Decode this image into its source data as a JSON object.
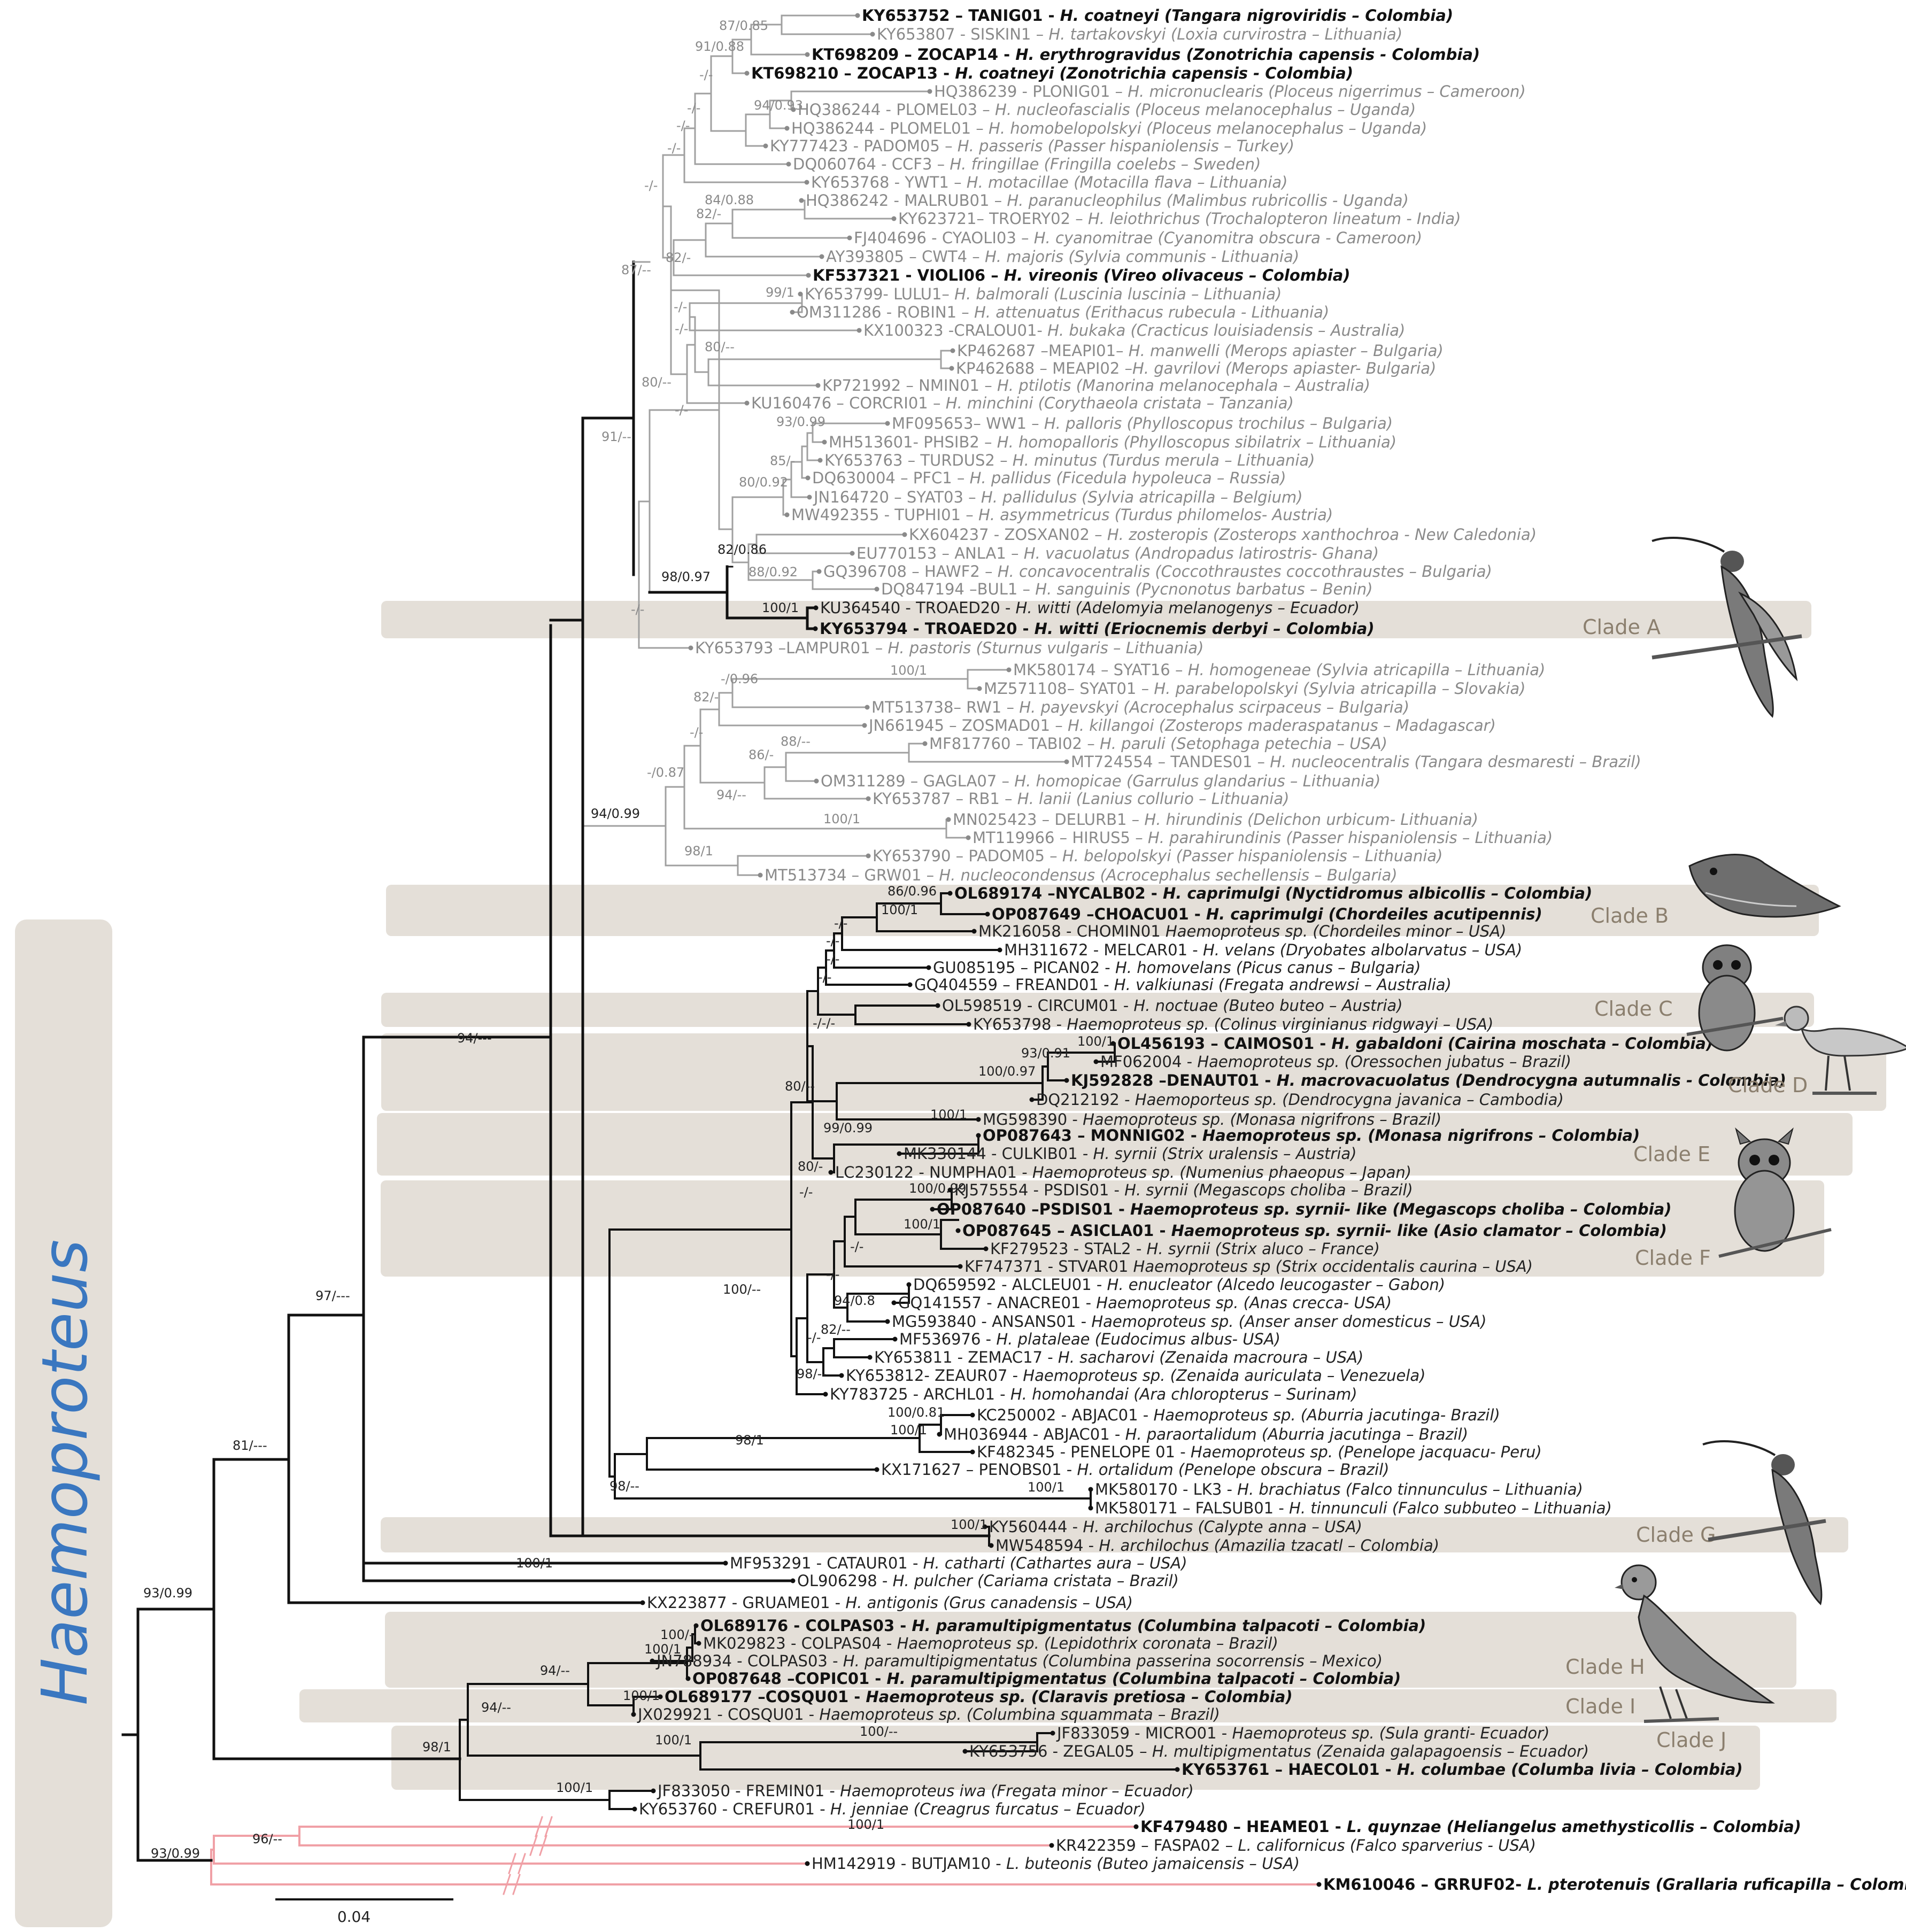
{
  "figure": {
    "genus_label": "Haemoproteus",
    "scale_label": "0.04",
    "colors": {
      "grey_branch": "#a0a0a0",
      "black_branch": "#111111",
      "outgroup_branch": "#f0a0a6",
      "clade_box": "#e4dfd8",
      "genus_label": "#3a77c0",
      "clade_label": "#8b7f6e"
    },
    "icons": [
      "hummingbird-icon",
      "nightjar-icon",
      "owl-icon",
      "duck-icon",
      "screech-owl-icon",
      "hummingbird-icon",
      "dove-icon"
    ],
    "clades": [
      "Clade A",
      "Clade B",
      "Clade C",
      "Clade D",
      "Clade E",
      "Clade F",
      "Clade G",
      "Clade H",
      "Clade I",
      "Clade J"
    ]
  },
  "tips": [
    {
      "id": "KY653752",
      "pre": "KY653752 – TANIG01 - ",
      "sp": "H. coatneyi",
      "host": "(Tangara nigroviridis – Colombia)"
    },
    {
      "id": "KY653807",
      "pre": "KY653807 - SISKIN1 – ",
      "sp": "H. tartakovskyi",
      "host": "(Loxia curvirostra – Lithuania)"
    },
    {
      "id": "KT698209",
      "pre": "KT698209 – ZOCAP14 - ",
      "sp": "H. erythrogravidus",
      "host": "(Zonotrichia capensis - Colombia)"
    },
    {
      "id": "KT698210",
      "pre": "KT698210 – ZOCAP13 - ",
      "sp": "H. coatneyi",
      "host": "(Zonotrichia capensis - Colombia)"
    },
    {
      "id": "HQ386239",
      "pre": "HQ386239 - PLONIG01 – ",
      "sp": "H. micronuclearis",
      "host": "(Ploceus nigerrimus – Cameroon)"
    },
    {
      "id": "HQ386244a",
      "pre": "HQ386244 - PLOMEL03 – ",
      "sp": "H. nucleofascialis",
      "host": "(Ploceus melanocephalus – Uganda)"
    },
    {
      "id": "HQ386244b",
      "pre": "HQ386244 - PLOMEL01 – ",
      "sp": "H. homobelopolskyi",
      "host": "(Ploceus melanocephalus – Uganda)"
    },
    {
      "id": "KY777423",
      "pre": "KY777423 - PADOM05 – ",
      "sp": "H. passeris",
      "host": "(Passer hispaniolensis – Turkey)"
    },
    {
      "id": "DQ060764",
      "pre": "DQ060764 - CCF3 – ",
      "sp": "H. fringillae",
      "host": "(Fringilla coelebs – Sweden)"
    },
    {
      "id": "KY653768",
      "pre": "KY653768 - YWT1 – ",
      "sp": "H. motacillae",
      "host": "(Motacilla flava – Lithuania)"
    },
    {
      "id": "HQ386242",
      "pre": "HQ386242 - MALRUB01 – ",
      "sp": "H. paranucleophilus",
      "host": "(Malimbus rubricollis - Uganda)"
    },
    {
      "id": "KY623721",
      "pre": "KY623721– TROERY02 – ",
      "sp": "H. leiothrichus",
      "host": "(Trochalopteron lineatum - India)"
    },
    {
      "id": "FJ404696",
      "pre": "FJ404696 - CYAOLI03 – ",
      "sp": "H. cyanomitrae",
      "host": "(Cyanomitra obscura - Cameroon)"
    },
    {
      "id": "AY393805",
      "pre": "AY393805 – CWT4 – ",
      "sp": "H. majoris",
      "host": "(Sylvia communis - Lithuania)"
    },
    {
      "id": "KF537321",
      "pre": "KF537321 - VIOLI06 – ",
      "sp": "H. vireonis",
      "host": "(Vireo olivaceus – Colombia)"
    },
    {
      "id": "KY653799",
      "pre": "KY653799- LULU1– ",
      "sp": "H. balmorali",
      "host": "(Luscinia luscinia – Lithuania)"
    },
    {
      "id": "OM311286",
      "pre": "OM311286 - ROBIN1 – ",
      "sp": "H. attenuatus",
      "host": "(Erithacus rubecula - Lithuania)"
    },
    {
      "id": "KX100323",
      "pre": "KX100323 -CRALOU01- ",
      "sp": "H. bukaka",
      "host": "(Cracticus louisiadensis – Australia)"
    },
    {
      "id": "KP462687",
      "pre": "KP462687 –MEAPI01– ",
      "sp": "H. manwelli",
      "host": "(Merops apiaster – Bulgaria)"
    },
    {
      "id": "KP462688",
      "pre": "KP462688 – MEAPI02 –",
      "sp": "H. gavrilovi",
      "host": "(Merops apiaster- Bulgaria)"
    },
    {
      "id": "KP721992",
      "pre": "KP721992 – NMIN01 – ",
      "sp": "H. ptilotis",
      "host": "(Manorina melanocephala – Australia)"
    },
    {
      "id": "KU160476",
      "pre": "KU160476 – CORCRI01 – ",
      "sp": "H. minchini",
      "host": "(Corythaeola cristata – Tanzania)"
    },
    {
      "id": "MF095653",
      "pre": "MF095653– WW1 – ",
      "sp": "H. palloris",
      "host": "(Phylloscopus trochilus – Bulgaria)"
    },
    {
      "id": "MH513601",
      "pre": "MH513601- PHSIB2 – ",
      "sp": "H. homopalloris",
      "host": "(Phylloscopus sibilatrix – Lithuania)"
    },
    {
      "id": "KY653763",
      "pre": "KY653763 – TURDUS2 – ",
      "sp": "H. minutus",
      "host": "(Turdus merula – Lithuania)"
    },
    {
      "id": "DQ630004",
      "pre": "DQ630004 – PFC1 – ",
      "sp": "H. pallidus",
      "host": "(Ficedula hypoleuca – Russia)"
    },
    {
      "id": "JN164720",
      "pre": "JN164720 – SYAT03 – ",
      "sp": "H. pallidulus",
      "host": "(Sylvia atricapilla – Belgium)"
    },
    {
      "id": "MW492355",
      "pre": "MW492355 - TUPHI01 – ",
      "sp": "H. asymmetricus",
      "host": "(Turdus philomelos- Austria)"
    },
    {
      "id": "KX604237",
      "pre": "KX604237 - ZOSXAN02 – ",
      "sp": "H. zosteropis",
      "host": "(Zosterops xanthochroa - New Caledonia)"
    },
    {
      "id": "EU770153",
      "pre": "EU770153 – ANLA1 – ",
      "sp": "H. vacuolatus",
      "host": "(Andropadus latirostris- Ghana)"
    },
    {
      "id": "GQ396708",
      "pre": "GQ396708 – HAWF2 – ",
      "sp": "H. concavocentralis",
      "host": "(Coccothraustes coccothraustes – Bulgaria)"
    },
    {
      "id": "DQ847194",
      "pre": "DQ847194 –BUL1 – ",
      "sp": "H. sanguinis",
      "host": "(Pycnonotus barbatus – Benin)"
    },
    {
      "id": "KU364540",
      "pre": "KU364540 - TROAED20 - ",
      "sp": "H. witti",
      "host": "(Adelomyia melanogenys – Ecuador)"
    },
    {
      "id": "KY653794",
      "pre": "KY653794 - TROAED20 - ",
      "sp": "H. witti",
      "host": "(Eriocnemis derbyi – Colombia)"
    },
    {
      "id": "KY653793",
      "pre": "KY653793 –LAMPUR01 – ",
      "sp": "H. pastoris",
      "host": "(Sturnus vulgaris – Lithuania)"
    },
    {
      "id": "MK580174",
      "pre": "MK580174 – SYAT16 – ",
      "sp": "H. homogeneae",
      "host": "(Sylvia atricapilla – Lithuania)"
    },
    {
      "id": "MZ571108",
      "pre": "MZ571108– SYAT01 – ",
      "sp": "H. parabelopolskyi",
      "host": "(Sylvia atricapilla – Slovakia)"
    },
    {
      "id": "MT513738",
      "pre": "MT513738– RW1 – ",
      "sp": "H. payevskyi",
      "host": "(Acrocephalus scirpaceus – Bulgaria)"
    },
    {
      "id": "JN661945",
      "pre": "JN661945 – ZOSMAD01 – ",
      "sp": "H. killangoi",
      "host": "(Zosterops maderaspatanus – Madagascar)"
    },
    {
      "id": "MF817760",
      "pre": "MF817760 – TABI02 – ",
      "sp": "H. paruli",
      "host": "(Setophaga petechia – USA)"
    },
    {
      "id": "MT724554",
      "pre": "MT724554 – TANDES01 – ",
      "sp": "H. nucleocentralis",
      "host": "(Tangara desmaresti – Brazil)"
    },
    {
      "id": "OM311289",
      "pre": "OM311289 – GAGLA07 – ",
      "sp": "H. homopicae",
      "host": "(Garrulus glandarius – Lithuania)"
    },
    {
      "id": "KY653787",
      "pre": "KY653787 – RB1 – ",
      "sp": "H. lanii",
      "host": "(Lanius collurio – Lithuania)"
    },
    {
      "id": "MN025423",
      "pre": "MN025423 – DELURB1 – ",
      "sp": "H. hirundinis",
      "host": "(Delichon urbicum- Lithuania)"
    },
    {
      "id": "MT119966",
      "pre": "MT119966 – HIRUS5 – ",
      "sp": "H. parahirundinis",
      "host": "(Passer hispaniolensis – Lithuania)"
    },
    {
      "id": "KY653790",
      "pre": "KY653790 – PADOM05 – ",
      "sp": "H. belopolskyi",
      "host": "(Passer hispaniolensis – Lithuania)"
    },
    {
      "id": "MT513734",
      "pre": "MT513734 – GRW01 – ",
      "sp": "H. nucleocondensus",
      "host": "(Acrocephalus sechellensis – Bulgaria)"
    },
    {
      "id": "OL689174",
      "pre": "OL689174 –NYCALB02 - ",
      "sp": "H. caprimulgi",
      "host": "(Nyctidromus albicollis – Colombia)"
    },
    {
      "id": "OP087649",
      "pre": "OP087649 –CHOACU01 - ",
      "sp": "H. caprimulgi",
      "host": "(Chordeiles acutipennis)"
    },
    {
      "id": "MK216058",
      "pre": "MK216058 - CHOMIN01 ",
      "sp": "Haemoproteus sp.",
      "host": "(Chordeiles minor – USA)"
    },
    {
      "id": "MH311672",
      "pre": "MH311672 - MELCAR01 - ",
      "sp": "H. velans",
      "host": "(Dryobates albolarvatus – USA)"
    },
    {
      "id": "GU085195",
      "pre": "GU085195 – PICAN02 - ",
      "sp": "H. homovelans",
      "host": "(Picus canus – Bulgaria)"
    },
    {
      "id": "GQ404559",
      "pre": "GQ404559 – FREAND01 - ",
      "sp": "H. valkiunasi",
      "host": "(Fregata andrewsi – Australia)"
    },
    {
      "id": "OL598519",
      "pre": "OL598519 - CIRCUM01 - ",
      "sp": "H. noctuae",
      "host": "(Buteo buteo – Austria)"
    },
    {
      "id": "KY653798",
      "pre": "KY653798 - ",
      "sp": "Haemoproteus sp.",
      "host": "(Colinus virginianus ridgwayi – USA)"
    },
    {
      "id": "OL456193",
      "pre": "OL456193 – CAIMOS01 - ",
      "sp": "H. gabaldoni",
      "host": "(Cairina moschata – Colombia)"
    },
    {
      "id": "MF062004",
      "pre": "MF062004 - ",
      "sp": "Haemoproteus sp.",
      "host": "(Oressochen jubatus – Brazil)"
    },
    {
      "id": "KJ592828",
      "pre": "KJ592828 –DENAUT01 - ",
      "sp": "H. macrovacuolatus",
      "host": "(Dendrocygna autumnalis - Colombia)"
    },
    {
      "id": "DQ212192",
      "pre": "DQ212192 - ",
      "sp": "Haemoporteus sp.",
      "host": "(Dendrocygna javanica – Cambodia)"
    },
    {
      "id": "MG598390",
      "pre": "MG598390 - ",
      "sp": "Haemoproteus sp.",
      "host": "(Monasa nigrifrons – Brazil)"
    },
    {
      "id": "OP087643",
      "pre": "OP087643 – MONNIG02 - ",
      "sp": "Haemoproteus sp.",
      "host": "(Monasa nigrifrons – Colombia)"
    },
    {
      "id": "MK330144",
      "pre": "MK330144 - CULKIB01 - ",
      "sp": "H. syrnii",
      "host": "(Strix uralensis – Austria)"
    },
    {
      "id": "LC230122",
      "pre": "LC230122 - NUMPHA01 - ",
      "sp": "Haemoproteus sp.",
      "host": "(Numenius phaeopus – Japan)"
    },
    {
      "id": "KJ575554",
      "pre": "KJ575554 - PSDIS01 - ",
      "sp": "H. syrnii",
      "host": "(Megascops choliba – Brazil)"
    },
    {
      "id": "OP087640",
      "pre": "OP087640 –PSDIS01 - ",
      "sp": "Haemoproteus sp. syrnii- like",
      "host": "(Megascops choliba – Colombia)"
    },
    {
      "id": "OP087645",
      "pre": "OP087645 – ASICLA01 - ",
      "sp": "Haemoproteus sp. syrnii- like",
      "host": "(Asio clamator – Colombia)"
    },
    {
      "id": "KF279523",
      "pre": "KF279523 - STAL2 - ",
      "sp": "H. syrnii",
      "host": "(Strix aluco – France)"
    },
    {
      "id": "KF747371",
      "pre": "KF747371 - STVAR01 ",
      "sp": "Haemoproteus sp",
      "host": "(Strix occidentalis caurina – USA)"
    },
    {
      "id": "DQ659592",
      "pre": "DQ659592 - ALCLEU01 - ",
      "sp": "H. enucleator",
      "host": "(Alcedo leucogaster – Gabon)"
    },
    {
      "id": "GQ141557",
      "pre": "GQ141557 - ANACRE01 - ",
      "sp": "Haemoproteus sp.",
      "host": "(Anas crecca- USA)"
    },
    {
      "id": "MG593840",
      "pre": "MG593840 - ANSANS01 - ",
      "sp": "Haemoproteus sp.",
      "host": "(Anser anser domesticus – USA)"
    },
    {
      "id": "MF536976",
      "pre": "MF536976 - ",
      "sp": "H. plataleae",
      "host": "(Eudocimus albus- USA)"
    },
    {
      "id": "KY653811",
      "pre": "KY653811 - ZEMAC17 - ",
      "sp": "H. sacharovi",
      "host": "(Zenaida macroura – USA)"
    },
    {
      "id": "KY653812",
      "pre": "KY653812- ZEAUR07 - ",
      "sp": "Haemoproteus sp.",
      "host": "(Zenaida auriculata – Venezuela)"
    },
    {
      "id": "KY783725",
      "pre": "KY783725 - ARCHL01 - ",
      "sp": "H. homohandai",
      "host": "(Ara chloropterus – Surinam)"
    },
    {
      "id": "KC250002",
      "pre": "KC250002 - ABJAC01 - ",
      "sp": "Haemoproteus sp.",
      "host": "(Aburria jacutinga- Brazil)"
    },
    {
      "id": "MH036944",
      "pre": "MH036944 - ABJAC01 - ",
      "sp": "H. paraortalidum",
      "host": "(Aburria jacutinga – Brazil)"
    },
    {
      "id": "KF482345",
      "pre": "KF482345 - PENELOPE 01 - ",
      "sp": "Haemoproteus sp.",
      "host": "(Penelope jacquacu- Peru)"
    },
    {
      "id": "KX171627",
      "pre": "KX171627 – PENOBS01 - ",
      "sp": "H. ortalidum",
      "host": "(Penelope obscura – Brazil)"
    },
    {
      "id": "MK580170",
      "pre": "MK580170 - LK3 - ",
      "sp": "H. brachiatus",
      "host": "(Falco tinnunculus – Lithuania)"
    },
    {
      "id": "MK580171",
      "pre": "MK580171 – FALSUB01 - ",
      "sp": "H. tinnunculi",
      "host": "(Falco subbuteo – Lithuania)"
    },
    {
      "id": "KY560444",
      "pre": "KY560444 - ",
      "sp": "H. archilochus",
      "host": "(Calypte anna – USA)"
    },
    {
      "id": "MW548594",
      "pre": "MW548594 - ",
      "sp": "H. archilochus",
      "host": "(Amazilia tzacatl – Colombia)"
    },
    {
      "id": "MF953291",
      "pre": "MF953291 - CATAUR01 - ",
      "sp": "H. catharti",
      "host": "(Cathartes aura – USA)"
    },
    {
      "id": "OL906298",
      "pre": "OL906298 - ",
      "sp": "H. pulcher",
      "host": "(Cariama cristata – Brazil)"
    },
    {
      "id": "KX223877",
      "pre": "KX223877 - GRUAME01 - ",
      "sp": "H. antigonis",
      "host": "(Grus canadensis – USA)"
    },
    {
      "id": "OL689176",
      "pre": "OL689176 - COLPAS03 - ",
      "sp": "H. paramultipigmentatus",
      "host": "(Columbina talpacoti – Colombia)"
    },
    {
      "id": "MK029823",
      "pre": "MK029823 - COLPAS04 - ",
      "sp": "Haemoproteus sp.",
      "host": "(Lepidothrix coronata – Brazil)"
    },
    {
      "id": "JN788934",
      "pre": "JN788934 - COLPAS03 - ",
      "sp": "H. paramultipigmentatus",
      "host": "(Columbina passerina socorrensis – Mexico)"
    },
    {
      "id": "OP087648",
      "pre": "OP087648 –COPIC01 - ",
      "sp": "H. paramultipigmentatus",
      "host": "(Columbina talpacoti – Colombia)"
    },
    {
      "id": "OL689177",
      "pre": "OL689177 –COSQU01 - ",
      "sp": "Haemoproteus sp.",
      "host": "(Claravis pretiosa – Colombia)"
    },
    {
      "id": "JX029921",
      "pre": "JX029921 - COSQU01 - ",
      "sp": "Haemoproteus sp.",
      "host": "(Columbina squammata – Brazil)"
    },
    {
      "id": "JF833059",
      "pre": "JF833059 - MICRO01 - ",
      "sp": "Haemoproteus sp.",
      "host": "(Sula granti- Ecuador)"
    },
    {
      "id": "KY653756",
      "pre": "KY653756 - ZEGAL05 – ",
      "sp": "H. multipigmentatus",
      "host": "(Zenaida galapagoensis – Ecuador)"
    },
    {
      "id": "KY653761",
      "pre": "KY653761 – HAECOL01 - ",
      "sp": "H. columbae",
      "host": "(Columba livia – Colombia)"
    },
    {
      "id": "JF833050",
      "pre": "JF833050 - FREMIN01 - ",
      "sp": "Haemoproteus iwa",
      "host": "(Fregata minor – Ecuador)"
    },
    {
      "id": "KY653760",
      "pre": "KY653760 - CREFUR01 - ",
      "sp": "H. jenniae",
      "host": "(Creagrus furcatus – Ecuador)"
    },
    {
      "id": "KF479480",
      "pre": "KF479480 – HEAME01 - ",
      "sp": "L. quynzae",
      "host": "(Heliangelus amethysticollis – Colombia)"
    },
    {
      "id": "KR422359",
      "pre": "KR422359 – FASPA02 – ",
      "sp": "L. californicus",
      "host": "(Falco sparverius - USA)"
    },
    {
      "id": "HM142919",
      "pre": "HM142919 - BUTJAM10 - ",
      "sp": "L. buteonis",
      "host": "(Buteo jamaicensis – USA)"
    },
    {
      "id": "KM610046",
      "pre": "KM610046 – GRRUF02- ",
      "sp": "L. pterotenuis",
      "host": "(Grallaria ruficapilla – Colombia)"
    }
  ],
  "supports": [
    "87/0.85",
    "91/0.88",
    "-/-",
    "94/0.93",
    "-/-",
    "-/-",
    "-/-",
    "-/-",
    "84/0.88",
    "82/-",
    "82/-",
    "87/--",
    "99/1",
    "-/-",
    "-/-",
    "80/--",
    "80/--",
    "-/-",
    "93/0.99",
    "85/-",
    "80/0.92",
    "91/--",
    "82/0.86",
    "98/0.97",
    "88/0.92",
    "100/1",
    "-/-",
    "100/1",
    "-/0.96",
    "82/-",
    "-/-",
    "86/-",
    "88/--",
    "-/0.87",
    "94/--",
    "94/0.99",
    "100/1",
    "98/1",
    "86/0.96",
    "100/1",
    "-/-",
    "-/-",
    "-/-",
    "-/-",
    "-/-/-",
    "94/---",
    "100/1",
    "93/0.91",
    "100/0.97",
    "80/--",
    "99/0.99",
    "100/1",
    "80/-",
    "-/-",
    "100/0.99",
    "100/1",
    "-/-",
    "-/-",
    "100/--",
    "94/0.8",
    "82/--",
    "-/-",
    "98/--",
    "100/0.81",
    "100/1",
    "98/1",
    "98/--",
    "100/1",
    "100/1",
    "97/---",
    "100/1",
    "81/---",
    "100/-",
    "100/1",
    "94/--",
    "100/1",
    "94/--",
    "100/--",
    "100/1",
    "98/1",
    "100/1",
    "93/0.99",
    "96/--",
    "100/1",
    "93/0.99"
  ]
}
